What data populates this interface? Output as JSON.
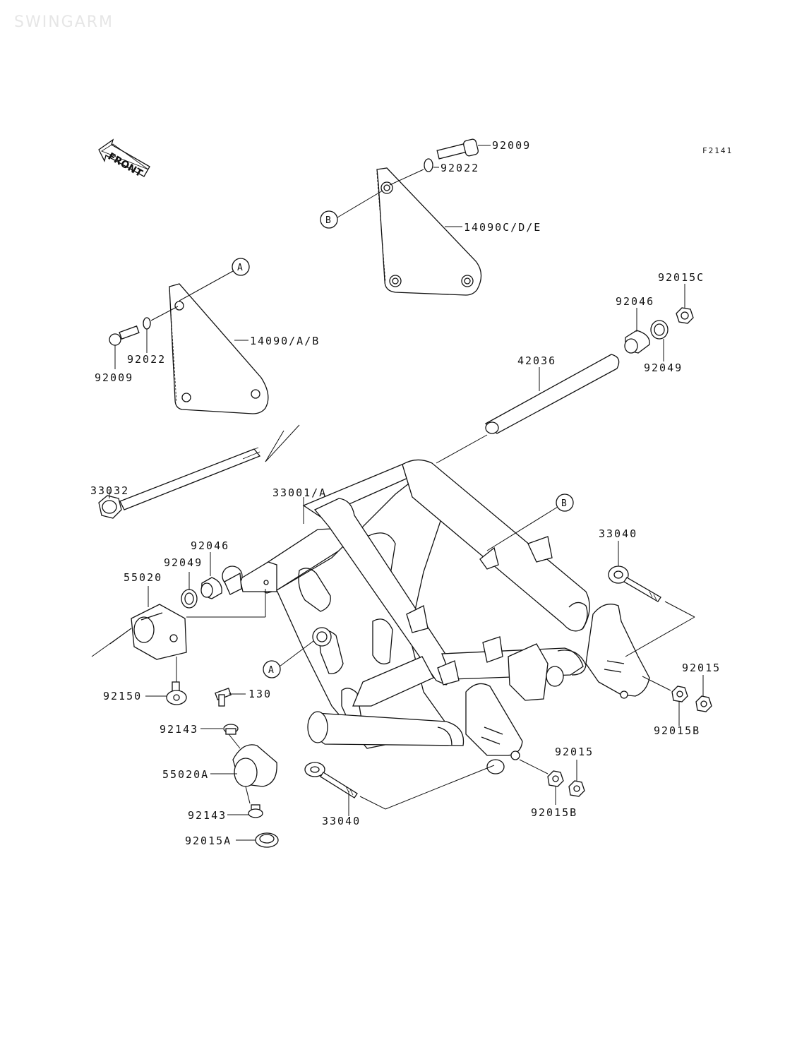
{
  "watermark": "SWINGARM",
  "figure_code": "F2141",
  "front_label": "FRONT",
  "refs": {
    "a": "A",
    "b": "B"
  },
  "parts": {
    "p92009_top": "92009",
    "p92022_top": "92022",
    "p14090cde": "14090C/D/E",
    "p14090ab": "14090/A/B",
    "p92022_left": "92022",
    "p92009_left": "92009",
    "p92015c": "92015C",
    "p92046_right": "92046",
    "p92049_right": "92049",
    "p42036": "42036",
    "p33032": "33032",
    "p33001a": "33001/A",
    "p92046_left": "92046",
    "p92049_left": "92049",
    "p55020": "55020",
    "p33040_right": "33040",
    "p92015_right": "92015",
    "p92015b_right": "92015B",
    "p92150": "92150",
    "p130": "130",
    "p92143_top": "92143",
    "p55020a": "55020A",
    "p92143_bottom": "92143",
    "p92015a": "92015A",
    "p33040_bottom": "33040",
    "p92015_bottom": "92015",
    "p92015b_bottom": "92015B"
  }
}
